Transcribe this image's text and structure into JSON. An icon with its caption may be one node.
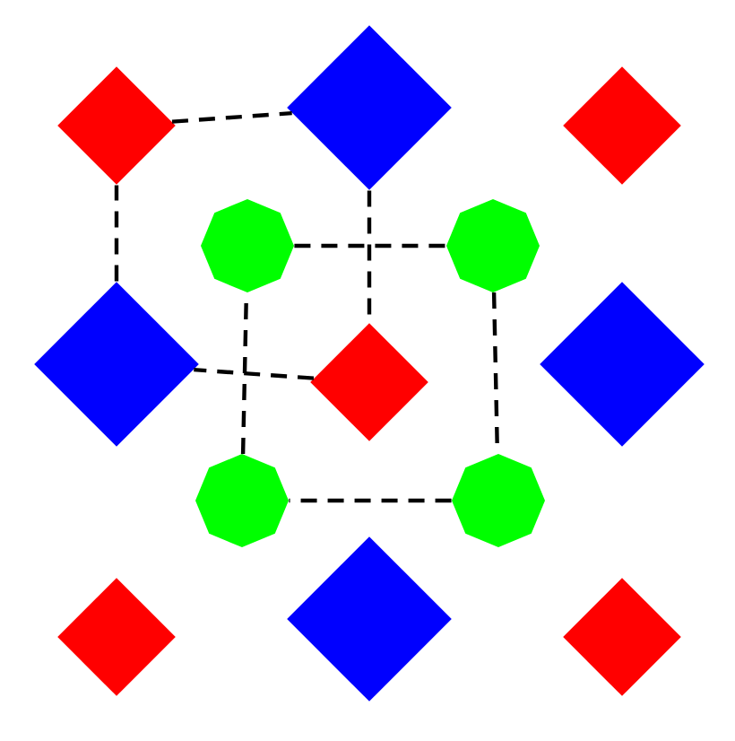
{
  "diagram": {
    "nodes": [
      {
        "text": [],
        "shape": "diamond"
      },
      {
        "text": [],
        "shape": "diamond"
      },
      {
        "text": [],
        "shape": "diamond"
      },
      {
        "text": [],
        "shape": "octagon"
      },
      {
        "text": [],
        "shape": "octagon"
      },
      {
        "text": [],
        "shape": "diamond"
      },
      {
        "text": [],
        "shape": "diamond"
      },
      {
        "text": [],
        "shape": "diamond"
      },
      {
        "text": [],
        "shape": "octagon"
      },
      {
        "text": [],
        "shape": "octagon"
      },
      {
        "text": [],
        "shape": "diamond"
      },
      {
        "text": [],
        "shape": "diamond"
      },
      {
        "text": [],
        "shape": "diamond"
      }
    ],
    "edges": [
      {
        "from": 0,
        "to": 1,
        "arrow": "none",
        "style": "dashed"
      },
      {
        "from": 1,
        "to": 6,
        "arrow": "none",
        "style": "dashed"
      },
      {
        "from": 6,
        "to": 5,
        "arrow": "none",
        "style": "dashed"
      },
      {
        "from": 5,
        "to": 0,
        "arrow": "none",
        "style": "dashed"
      },
      {
        "from": 3,
        "to": 4,
        "arrow": "none",
        "style": "dashed"
      },
      {
        "from": 4,
        "to": 9,
        "arrow": "none",
        "style": "dashed"
      },
      {
        "from": 9,
        "to": 8,
        "arrow": "none",
        "style": "dashed"
      },
      {
        "from": 8,
        "to": 3,
        "arrow": "none",
        "style": "dashed"
      }
    ]
  }
}
